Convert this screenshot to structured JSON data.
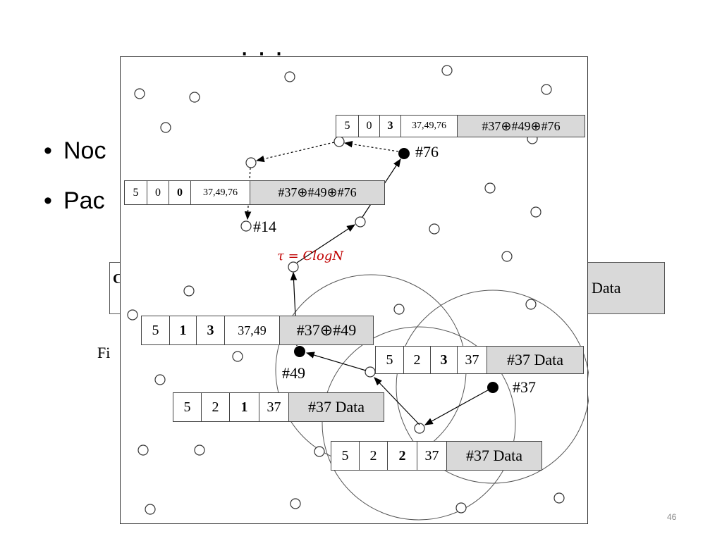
{
  "slide": {
    "title_fragment": "·  ·   ·",
    "bullets": [
      "Noc",
      "Pac"
    ],
    "bg_packet_left": "C",
    "bg_packet_data": "Data",
    "fig_caption_fragment": "Fi",
    "page_number": "46"
  },
  "figure": {
    "node_labels": {
      "n76": "#76",
      "n14": "#14",
      "n49": "#49",
      "n37": "#37"
    },
    "tau_label": "τ = ClogN",
    "packets": [
      {
        "cells": [
          "5",
          "0",
          "3",
          "37,49,76"
        ],
        "bold_index": 2,
        "data": "#37⊕#49⊕#76"
      },
      {
        "cells": [
          "5",
          "0",
          "0",
          "37,49,76"
        ],
        "bold_index": 2,
        "data": "#37⊕#49⊕#76"
      },
      {
        "cells": [
          "5",
          "1",
          "3",
          "37,49"
        ],
        "bold_index": 2,
        "data": "#37⊕#49"
      },
      {
        "cells": [
          "5",
          "2",
          "3",
          "37"
        ],
        "bold_index": 2,
        "data": "#37 Data"
      },
      {
        "cells": [
          "5",
          "2",
          "1",
          "37"
        ],
        "bold_index": 2,
        "data": "#37 Data"
      },
      {
        "cells": [
          "5",
          "2",
          "2",
          "37"
        ],
        "bold_index": 2,
        "data": "#37 Data"
      }
    ]
  },
  "colors": {
    "accent_red": "#c00000",
    "data_cell_gray": "#d9d9d9"
  }
}
